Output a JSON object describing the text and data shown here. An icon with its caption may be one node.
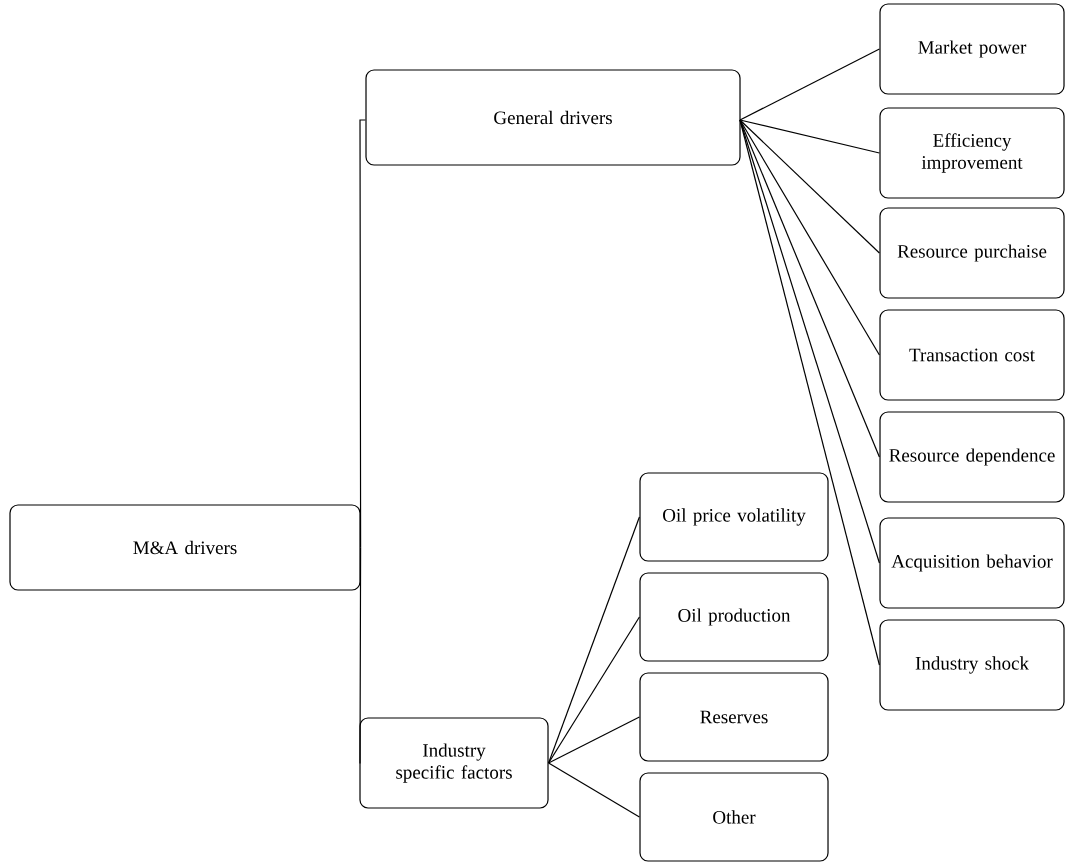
{
  "diagram": {
    "nodes": [
      {
        "text": [
          "M&A drivers"
        ]
      },
      {
        "text": [
          "General drivers"
        ]
      },
      {
        "text": [
          "Industry specific factors"
        ]
      },
      {
        "text": [
          "Market power"
        ]
      },
      {
        "text": [
          "Efficiency improvement"
        ]
      },
      {
        "text": [
          "Resource purchaise"
        ]
      },
      {
        "text": [
          "Transaction cost"
        ]
      },
      {
        "text": [
          "Resource dependence"
        ]
      },
      {
        "text": [
          "Acquisition behavior"
        ]
      },
      {
        "text": [
          "Industry shock"
        ]
      },
      {
        "text": [
          "Oil price volatility"
        ]
      },
      {
        "text": [
          "Oil production"
        ]
      },
      {
        "text": [
          "Reserves"
        ]
      },
      {
        "text": [
          "Other"
        ]
      }
    ],
    "edges": [
      {
        "from": 0,
        "to": 1,
        "arrow": "none"
      },
      {
        "from": 0,
        "to": 2,
        "arrow": "none"
      },
      {
        "from": 1,
        "to": 3,
        "arrow": "none"
      },
      {
        "from": 1,
        "to": 4,
        "arrow": "none"
      },
      {
        "from": 1,
        "to": 5,
        "arrow": "none"
      },
      {
        "from": 1,
        "to": 6,
        "arrow": "none"
      },
      {
        "from": 1,
        "to": 7,
        "arrow": "none"
      },
      {
        "from": 1,
        "to": 8,
        "arrow": "none"
      },
      {
        "from": 1,
        "to": 9,
        "arrow": "none"
      },
      {
        "from": 2,
        "to": 10,
        "arrow": "none"
      },
      {
        "from": 2,
        "to": 11,
        "arrow": "none"
      },
      {
        "from": 2,
        "to": 12,
        "arrow": "none"
      },
      {
        "from": 2,
        "to": 13,
        "arrow": "none"
      }
    ]
  }
}
